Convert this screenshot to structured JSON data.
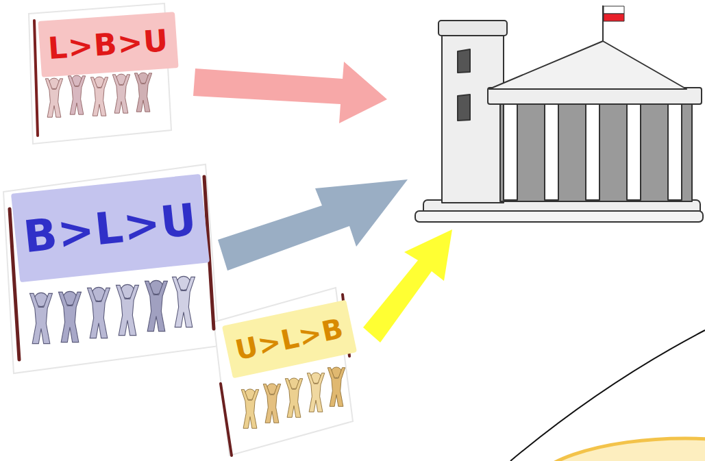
{
  "diagram": {
    "nodes": [
      {
        "text": [
          "L>B>U"
        ]
      },
      {
        "text": [
          "B>L>U"
        ]
      },
      {
        "text": [
          "U>L>B"
        ]
      }
    ]
  }
}
